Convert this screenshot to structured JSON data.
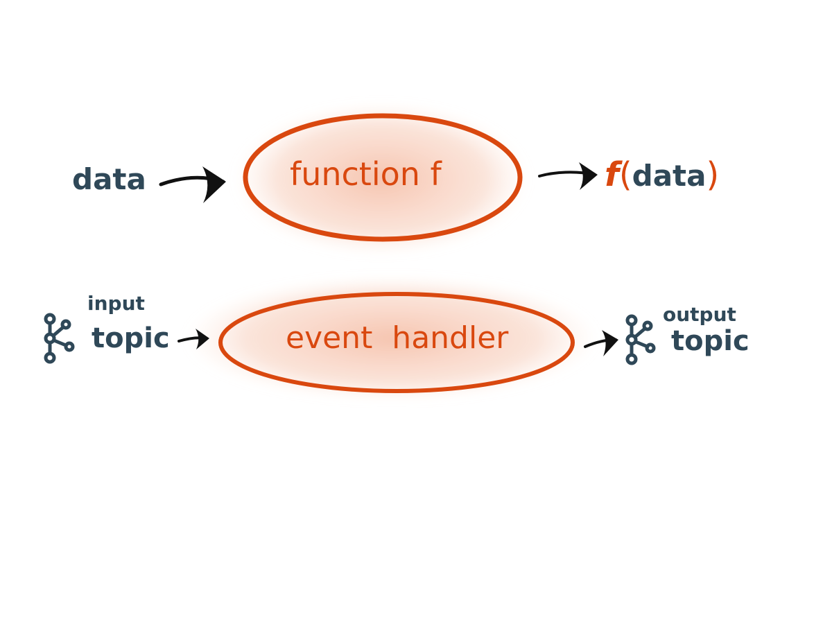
{
  "colors": {
    "text_dark": "#2f4858",
    "accent": "#d9480f",
    "glow": "#f4b79a",
    "arrow": "#111111"
  },
  "row1": {
    "input_label": "data",
    "process_label": "function f",
    "output_func": "f",
    "output_open": "(",
    "output_arg": "data",
    "output_close": ")"
  },
  "row2": {
    "input_small": "input",
    "input_label": "topic",
    "process_label": "event handler",
    "output_small": "output",
    "output_label": "topic",
    "input_icon": "kafka-topic-icon",
    "output_icon": "kafka-topic-icon"
  }
}
